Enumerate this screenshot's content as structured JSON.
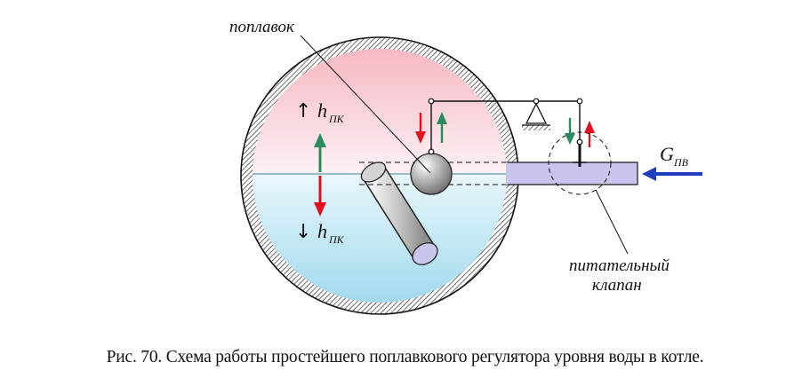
{
  "labels": {
    "float": "поплавок",
    "level_up_h": "h",
    "level_up_sub": "ПК",
    "level_down_h": "h",
    "level_down_sub": "ПК",
    "flow_g": "G",
    "flow_sub": "ПВ",
    "valve_line1": "питательный",
    "valve_line2": "клапан",
    "up_arrow": "↑",
    "down_arrow": "↓"
  },
  "caption": "Рис. 70. Схема работы простейшего поплавкового регулятора уровня воды в котле.",
  "colors": {
    "steam_top": "#f6bfc8",
    "water_bottom": "#a9dcef",
    "pipe_fill": "#c9c6ee",
    "red_arrow": "#e0101e",
    "green_arrow": "#2a8c5e",
    "blue_arrow": "#1f3fbf"
  }
}
